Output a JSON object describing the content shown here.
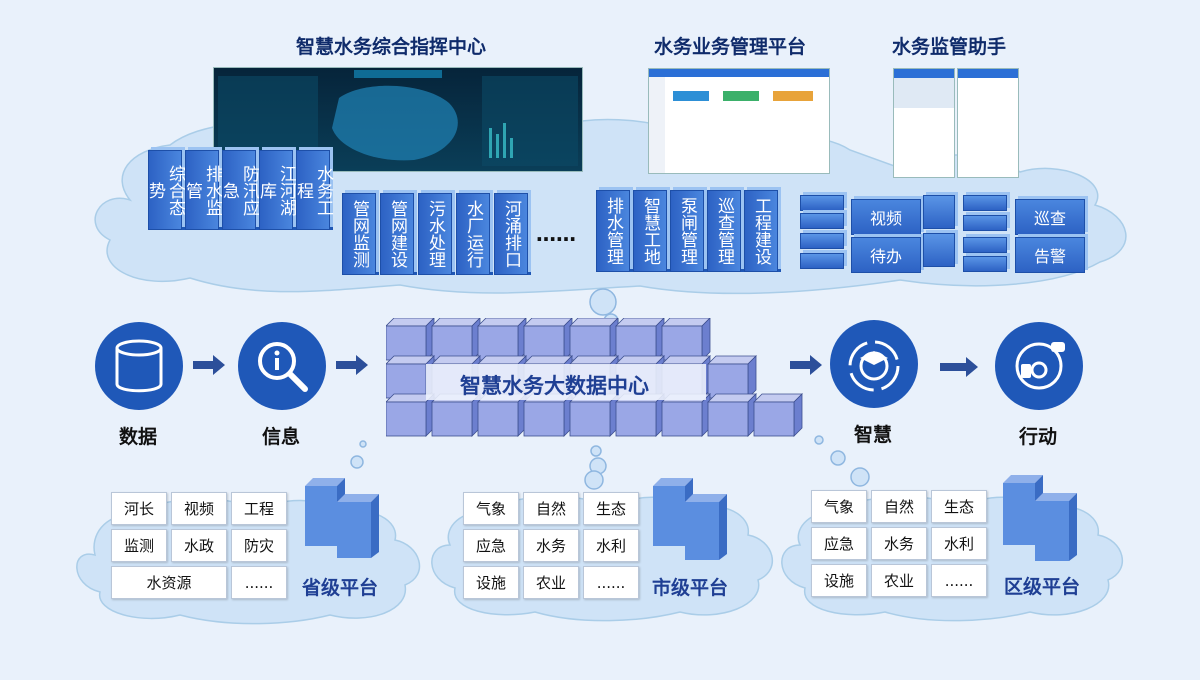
{
  "top": {
    "command_center_title": "智慧水务综合指挥中心",
    "business_platform_title": "水务业务管理平台",
    "assistant_title": "水务监管助手",
    "left_boxes": [
      "综合态势",
      "排水监管",
      "防汛应急",
      "江河湖库",
      "水务工程"
    ],
    "mid_boxes": [
      "管网监测",
      "管网建设",
      "污水处理",
      "水厂运行",
      "河涌排口"
    ],
    "ellipsis": "……",
    "right_boxes": [
      "排水管理",
      "智慧工地",
      "泵闸管理",
      "巡查管理",
      "工程建设"
    ],
    "mobile_buttons": [
      "视频",
      "待办",
      "巡查",
      "告警"
    ]
  },
  "flow": {
    "data_label": "数据",
    "info_label": "信息",
    "center_label": "智慧水务大数据中心",
    "wisdom_label": "智慧",
    "action_label": "行动"
  },
  "platforms": {
    "provincial": {
      "title": "省级平台",
      "cells": [
        "河长",
        "视频",
        "工程",
        "监测",
        "水政",
        "防灾",
        "水资源",
        "......"
      ]
    },
    "city": {
      "title": "市级平台",
      "cells": [
        "气象",
        "自然",
        "生态",
        "应急",
        "水务",
        "水利",
        "设施",
        "农业",
        "......"
      ]
    },
    "district": {
      "title": "区级平台",
      "cells": [
        "气象",
        "自然",
        "生态",
        "应急",
        "水务",
        "水利",
        "设施",
        "农业",
        "......"
      ]
    }
  },
  "colors": {
    "primary": "#1f58b8",
    "cloud": "#cfe3f7",
    "title": "#0f2b6b"
  }
}
